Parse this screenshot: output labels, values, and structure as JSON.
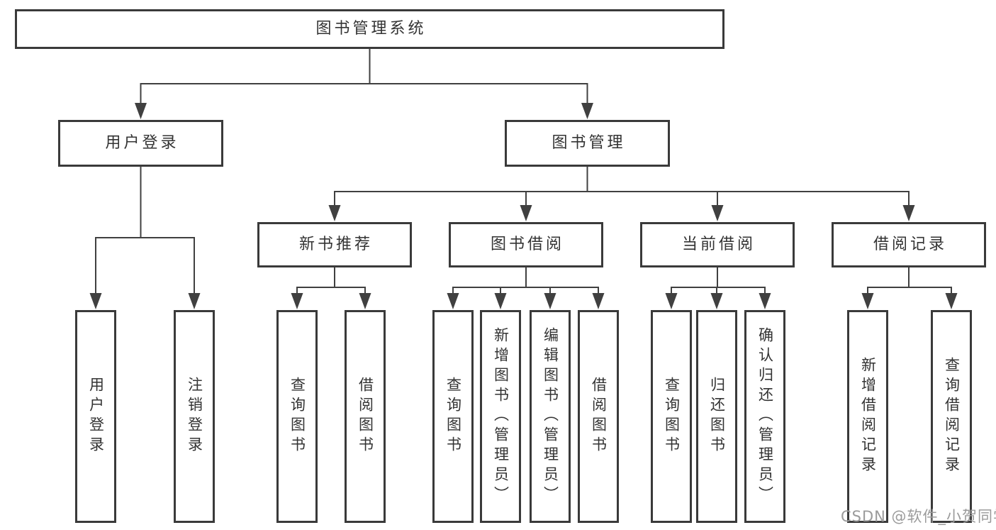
{
  "tree": {
    "root": {
      "label": "图书管理系统",
      "children": [
        {
          "label": "用户登录",
          "children": [
            {
              "label": "用户登录"
            },
            {
              "label": "注销登录"
            }
          ]
        },
        {
          "label": "图书管理",
          "children": [
            {
              "label": "新书推荐",
              "children": [
                {
                  "label": "查询图书"
                },
                {
                  "label": "借阅图书"
                }
              ]
            },
            {
              "label": "图书借阅",
              "children": [
                {
                  "label": "查询图书"
                },
                {
                  "label": "新增图书（管理员）"
                },
                {
                  "label": "编辑图书（管理员）"
                },
                {
                  "label": "借阅图书"
                }
              ]
            },
            {
              "label": "当前借阅",
              "children": [
                {
                  "label": "查询图书"
                },
                {
                  "label": "归还图书"
                },
                {
                  "label": "确认归还（管理员）"
                }
              ]
            },
            {
              "label": "借阅记录",
              "children": [
                {
                  "label": "新增借阅记录"
                },
                {
                  "label": "查询借阅记录"
                }
              ]
            }
          ]
        }
      ]
    }
  },
  "watermark": {
    "text": "CSDN @软件_小贺同学",
    "color": "#9b9b9b"
  },
  "colors": {
    "line": "#404040",
    "box_border": "#3a3a3a",
    "text": "#333333",
    "background": "#ffffff"
  }
}
